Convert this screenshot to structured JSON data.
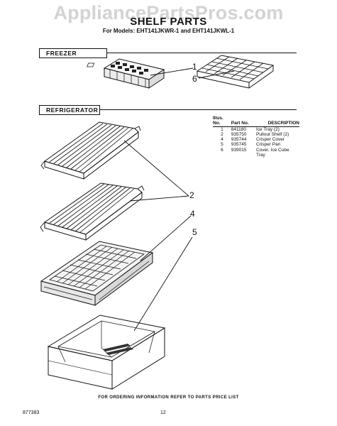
{
  "watermark": "AppliancePartsPros.com",
  "title": "SHELF PARTS",
  "models_line": "For Models: EHT141JKWR-1 and EHT141JKWL-1",
  "sections": {
    "freezer": "FREEZER",
    "refrigerator": "REFRIGERATOR"
  },
  "parts_table": {
    "headers": {
      "illus": "Illus. No.",
      "part": "Part No.",
      "description": "DESCRIPTION"
    },
    "rows": [
      {
        "illus": "1",
        "part": "841180",
        "description": "Ice Tray (2)"
      },
      {
        "illus": "2",
        "part": "935750",
        "description": "Pullout Shelf (2)"
      },
      {
        "illus": "4",
        "part": "935744",
        "description": "Crisper Cover"
      },
      {
        "illus": "5",
        "part": "935745",
        "description": "Crisper Pan"
      },
      {
        "illus": "6",
        "part": "939015",
        "description": "Cover, Ice Cube Tray"
      }
    ]
  },
  "callouts": {
    "c1": "1",
    "c6": "6",
    "c2": "2",
    "c4": "4",
    "c5": "5"
  },
  "footer": "FOR ORDERING INFORMATION REFER TO PARTS PRICE LIST",
  "doc_number": "877383",
  "page_number": "12"
}
